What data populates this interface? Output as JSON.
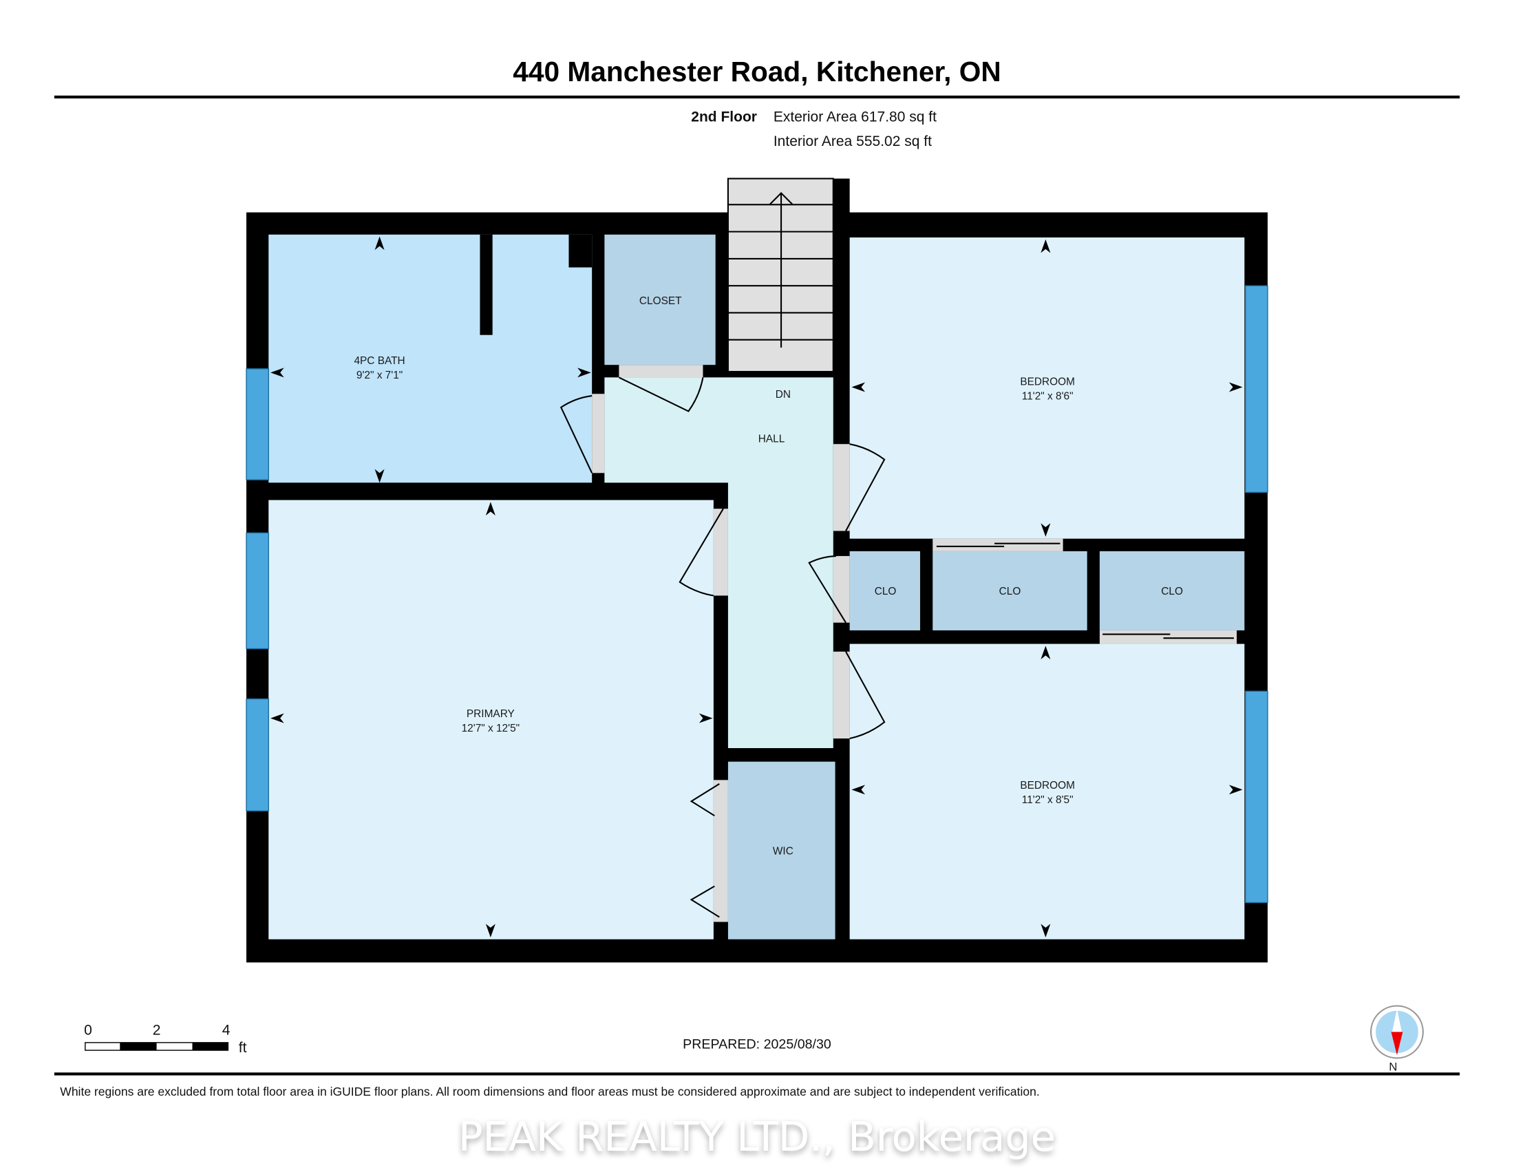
{
  "header": {
    "title": "440 Manchester Road, Kitchener, ON",
    "floor": "2nd Floor",
    "exterior_area": "Exterior Area 617.80 sq ft",
    "interior_area": "Interior Area 555.02 sq ft"
  },
  "rooms": {
    "bath": {
      "name": "4PC BATH",
      "dims": "9'2\" x 7'1\""
    },
    "closet": {
      "name": "CLOSET"
    },
    "hall": {
      "name": "HALL",
      "stairs": "DN"
    },
    "bedroom1": {
      "name": "BEDROOM",
      "dims": "11'2\" x 8'6\""
    },
    "bedroom2": {
      "name": "BEDROOM",
      "dims": "11'2\" x 8'5\""
    },
    "primary": {
      "name": "PRIMARY",
      "dims": "12'7\" x 12'5\""
    },
    "wic": {
      "name": "WIC"
    },
    "clo": [
      "CLO",
      "CLO",
      "CLO"
    ]
  },
  "scale": {
    "ticks": [
      "0",
      "2",
      "4"
    ],
    "unit": "ft"
  },
  "prepared": "PREPARED: 2025/08/30",
  "compass": {
    "label": "N"
  },
  "footer": {
    "disclaimer": "White regions are excluded from total floor area in iGUIDE floor plans. All room dimensions and floor areas must be considered approximate and are subject to independent verification.",
    "watermark": "PEAK REALTY LTD., Brokerage"
  },
  "colors": {
    "wall": "#000000",
    "bath": "#c0e4fa",
    "room": "#dff2fc",
    "closet": "#b5d4e8",
    "hall": "#d8f1f4",
    "stairs": "#e0e0e0",
    "window": "#4aa8de"
  }
}
